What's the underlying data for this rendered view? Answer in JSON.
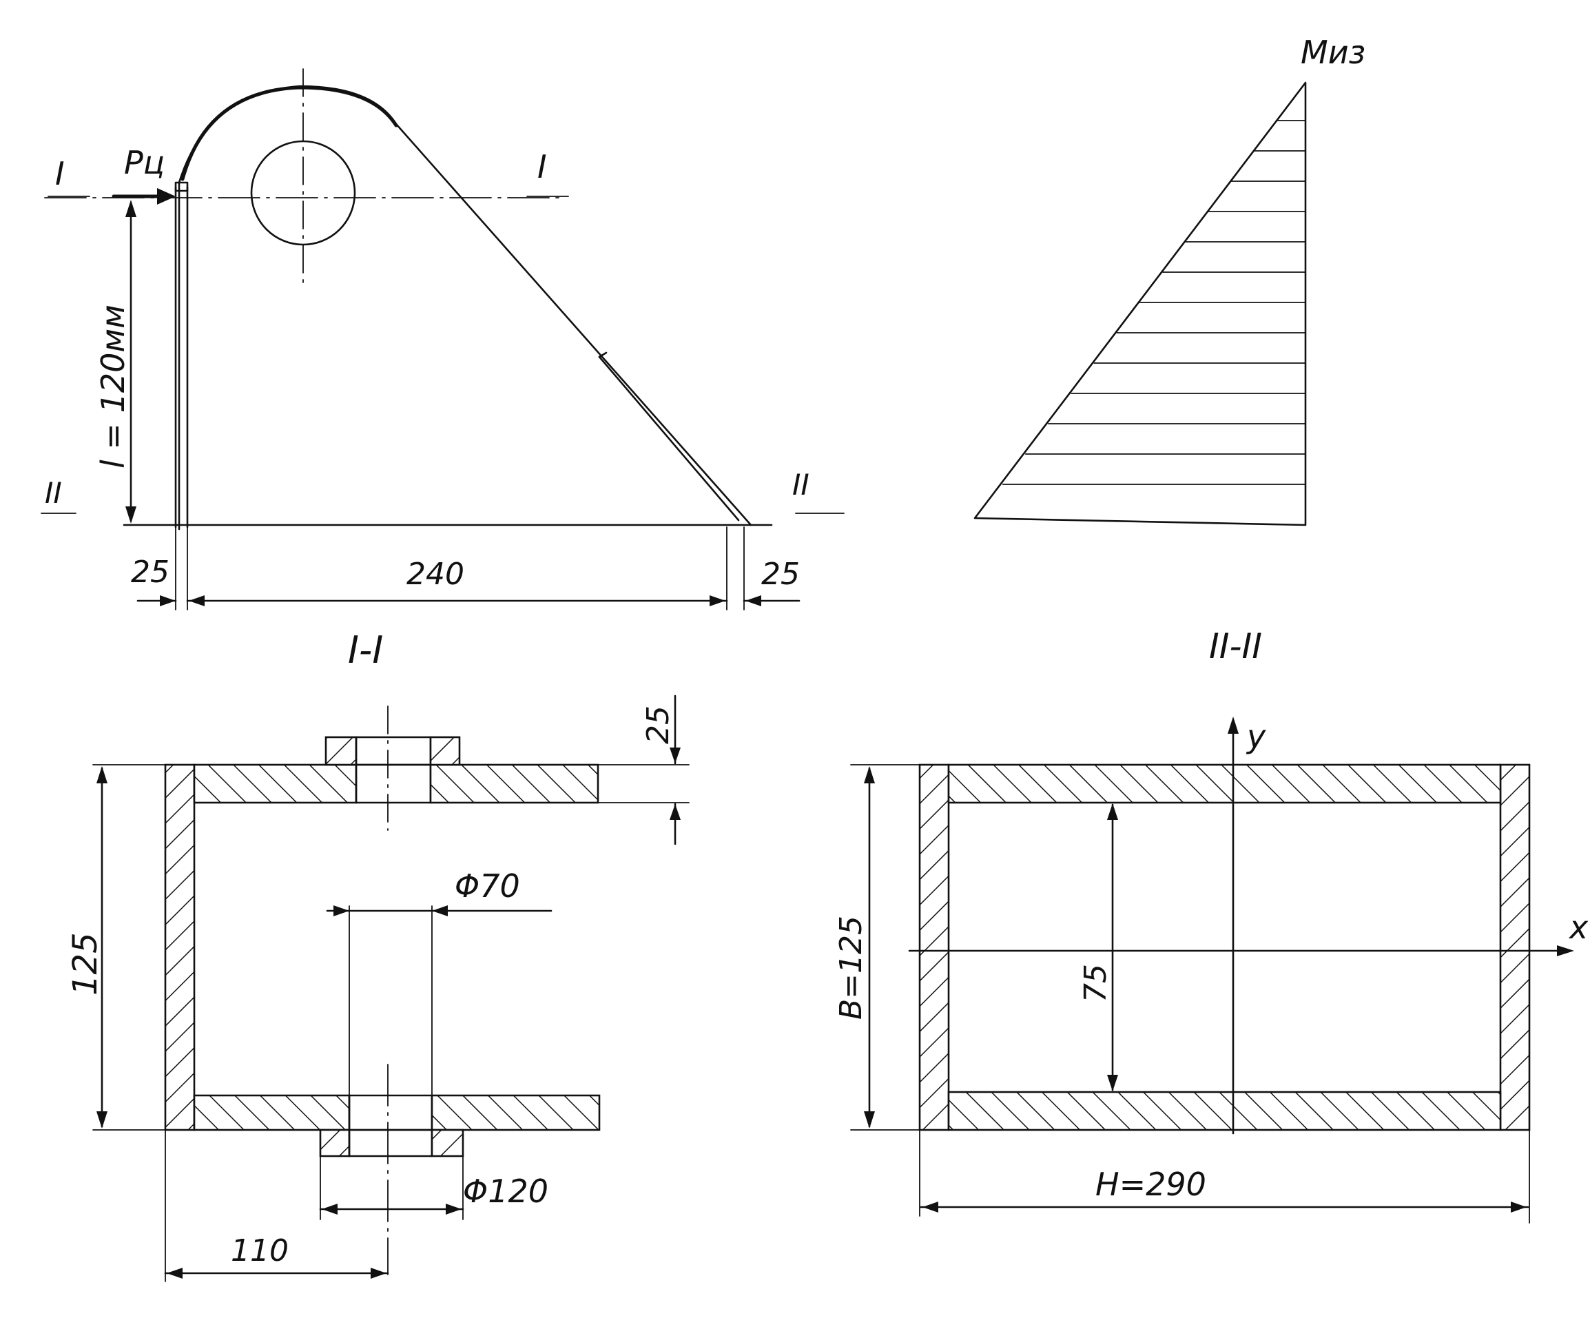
{
  "elevation": {
    "section_i_left": "I",
    "section_i_right": "I",
    "section_ii_left": "II",
    "section_ii_right": "II",
    "force_label": "Pц",
    "height_label": "l = 120мм",
    "dim_left": "25",
    "dim_base": "240",
    "dim_right": "25"
  },
  "moment_diagram": {
    "label": "Mиз"
  },
  "section_i_i": {
    "title": "I-I",
    "dim_height": "125",
    "dim_plate": "25",
    "dim_hole": "Φ70",
    "dim_boss": "Φ120",
    "dim_offset": "110"
  },
  "section_ii_ii": {
    "title": "II-II",
    "axis_y": "y",
    "axis_x": "x",
    "dim_b": "B=125",
    "dim_inner": "75",
    "dim_h": "H=290"
  }
}
